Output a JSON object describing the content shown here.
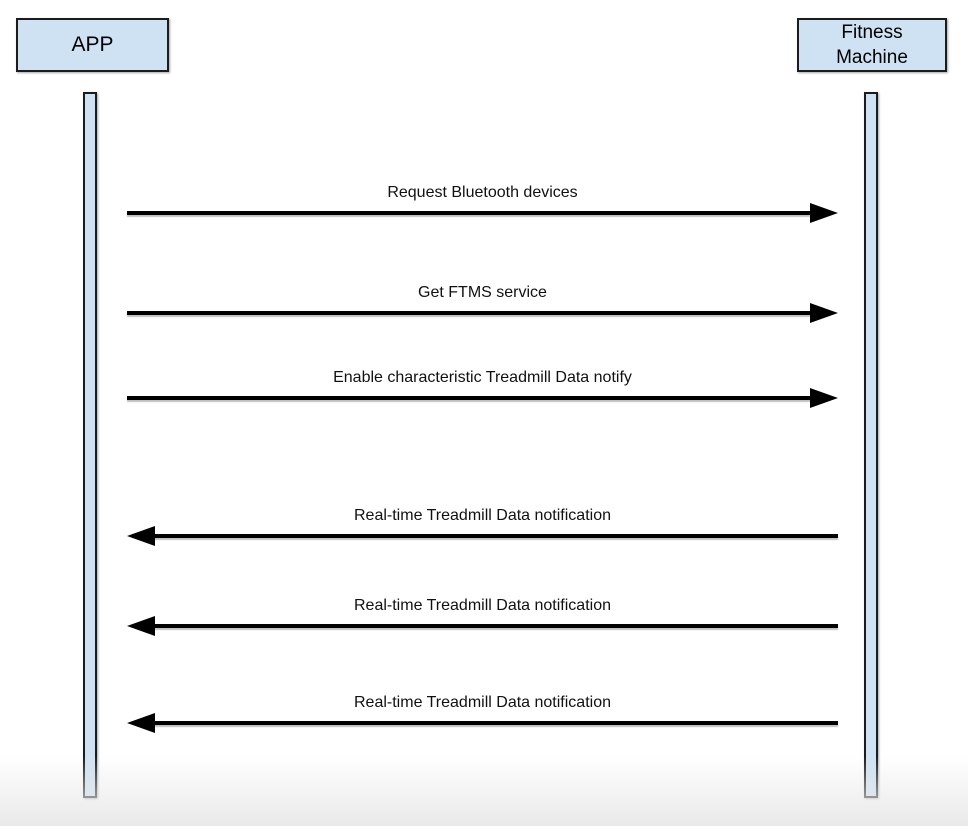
{
  "diagram": {
    "type": "sequence-diagram",
    "actors": [
      {
        "label": "APP"
      },
      {
        "label": "Fitness Machine"
      }
    ],
    "messages": [
      {
        "label": "Request Bluetooth devices",
        "direction": "right"
      },
      {
        "label": "Get FTMS service",
        "direction": "right"
      },
      {
        "label": "Enable characteristic Treadmill Data notify",
        "direction": "right"
      },
      {
        "label": "Real-time Treadmill Data notification",
        "direction": "left"
      },
      {
        "label": "Real-time Treadmill Data notification",
        "direction": "left"
      },
      {
        "label": "Real-time Treadmill Data notification",
        "direction": "left"
      }
    ],
    "colors": {
      "actor_fill": "#cfe2f3",
      "actor_border": "#1c1c1c",
      "arrow": "#000000",
      "page_edge": "#e9e9e9"
    }
  }
}
